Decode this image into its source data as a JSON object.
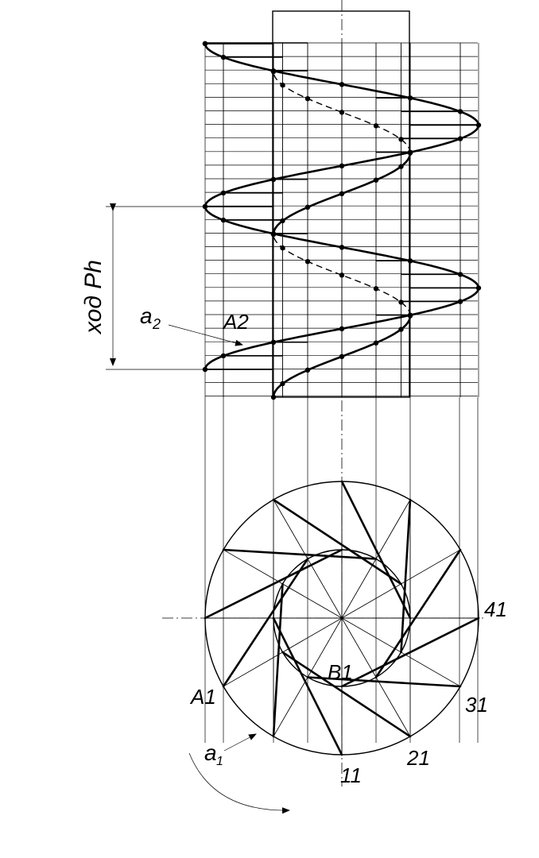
{
  "labels": {
    "lead": "ход Ph",
    "a2": "a",
    "a2_sub": "2",
    "A2": "A2",
    "a1": "a",
    "a1_sub": "1",
    "A1": "A1",
    "B1": "B1",
    "p1": "11",
    "p2": "21",
    "p3": "31",
    "p4": "41"
  },
  "colors": {
    "ink": "#000000",
    "paper": "#ffffff"
  }
}
